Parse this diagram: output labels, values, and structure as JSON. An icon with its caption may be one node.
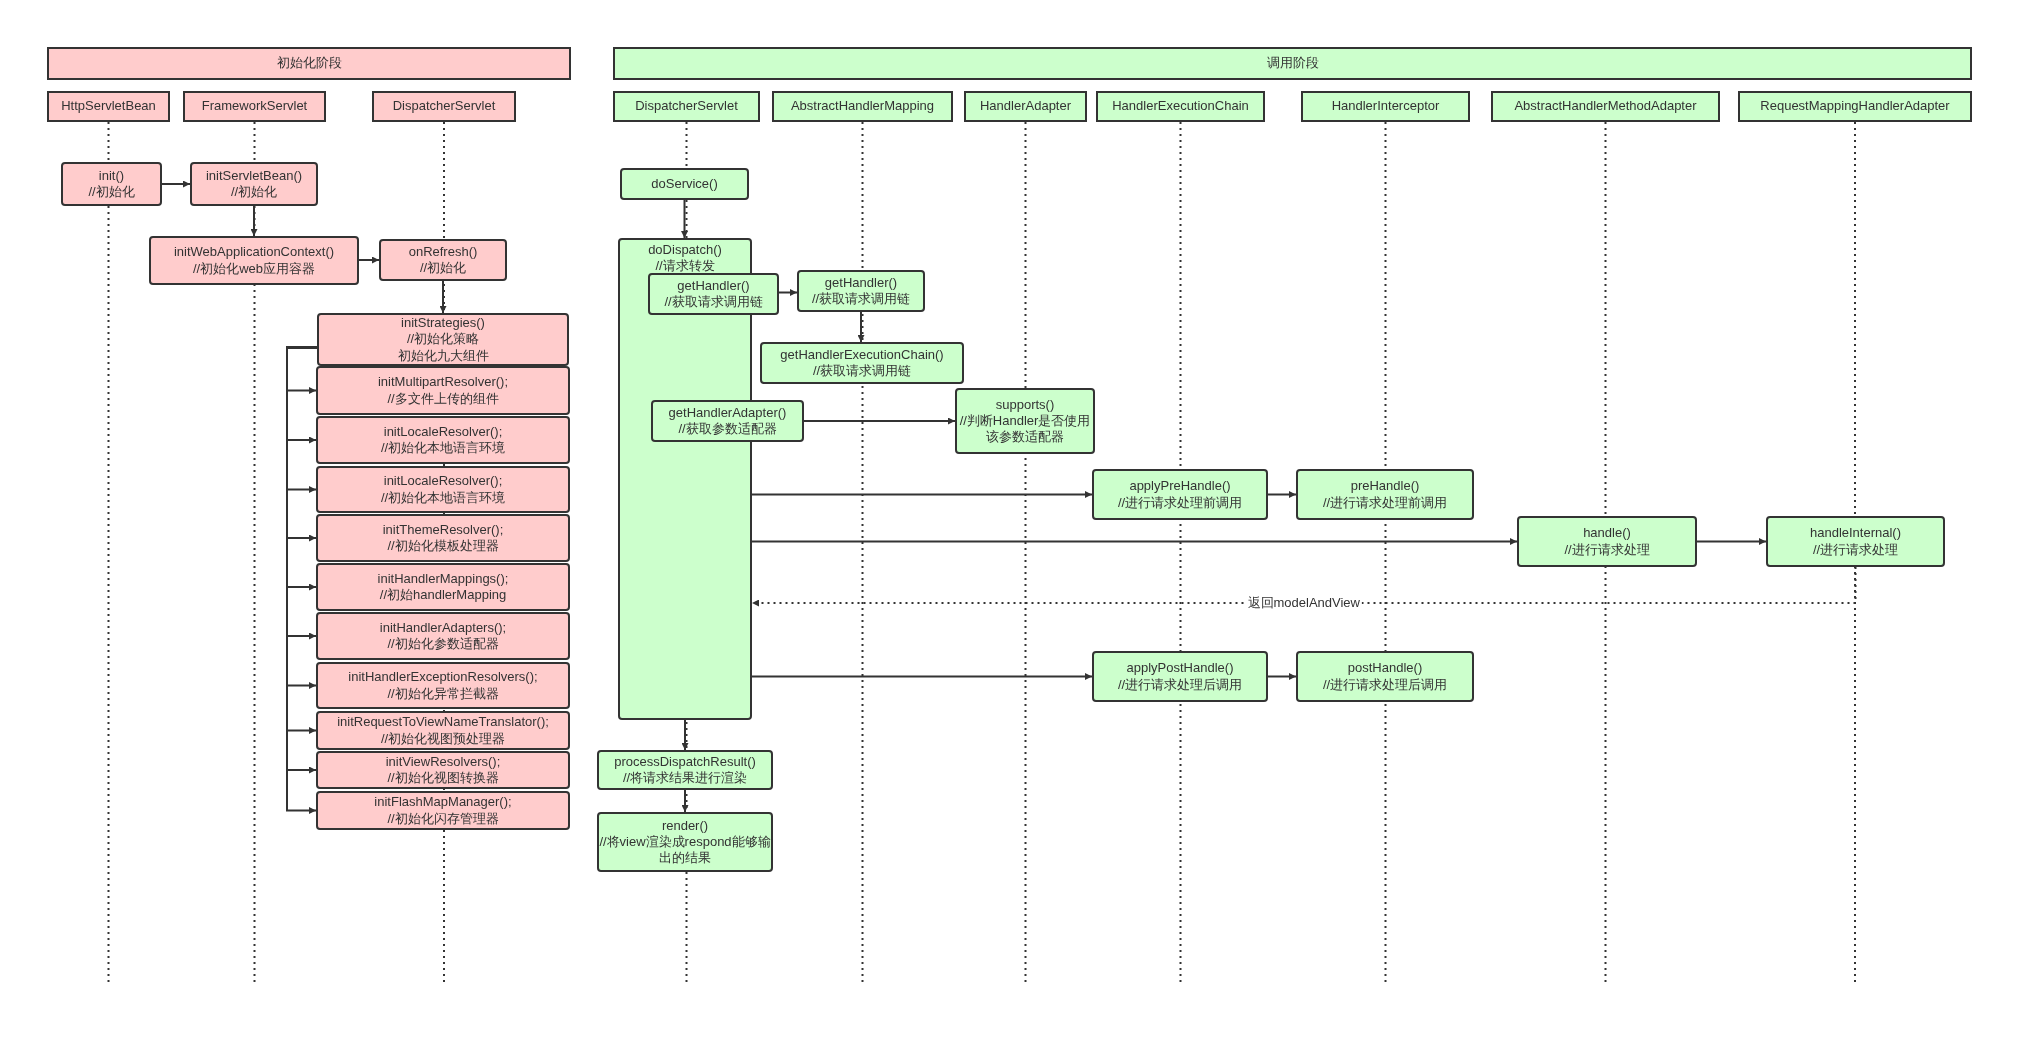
{
  "diagram": {
    "nodes": [
      {
        "text": [
          "初始化阶段"
        ]
      },
      {
        "text": [
          "HttpServletBean"
        ]
      },
      {
        "text": [
          "FrameworkServlet"
        ]
      },
      {
        "text": [
          "DispatcherServlet"
        ]
      },
      {
        "text": [
          "init()",
          "//初始化"
        ]
      },
      {
        "text": [
          "initServletBean()",
          "//初始化"
        ]
      },
      {
        "text": [
          "initWebApplicationContext()",
          "//初始化web应用容器"
        ]
      },
      {
        "text": [
          "onRefresh()",
          "//初始化"
        ]
      },
      {
        "text": [
          "initStrategies()",
          "//初始化策略",
          "初始化九大组件"
        ]
      },
      {
        "text": [
          "initMultipartResolver();",
          "//多文件上传的组件"
        ]
      },
      {
        "text": [
          "initLocaleResolver();",
          "//初始化本地语言环境"
        ]
      },
      {
        "text": [
          "initLocaleResolver();",
          "//初始化本地语言环境"
        ]
      },
      {
        "text": [
          "initThemeResolver();",
          "//初始化模板处理器"
        ]
      },
      {
        "text": [
          "initHandlerMappings();",
          "//初始handlerMapping"
        ]
      },
      {
        "text": [
          "initHandlerAdapters();",
          "//初始化参数适配器"
        ]
      },
      {
        "text": [
          "initHandlerExceptionResolvers();",
          "//初始化异常拦截器"
        ]
      },
      {
        "text": [
          "initRequestToViewNameTranslator();",
          "//初始化视图预处理器"
        ]
      },
      {
        "text": [
          "initViewResolvers();",
          "//初始化视图转换器"
        ]
      },
      {
        "text": [
          "initFlashMapManager();",
          "//初始化闪存管理器"
        ]
      },
      {
        "text": [
          "调用阶段"
        ]
      },
      {
        "text": [
          "DispatcherServlet"
        ]
      },
      {
        "text": [
          "AbstractHandlerMapping"
        ]
      },
      {
        "text": [
          "HandlerAdapter"
        ]
      },
      {
        "text": [
          "HandlerExecutionChain"
        ]
      },
      {
        "text": [
          "HandlerInterceptor"
        ]
      },
      {
        "text": [
          "AbstractHandlerMethodAdapter"
        ]
      },
      {
        "text": [
          "RequestMappingHandlerAdapter"
        ]
      },
      {
        "text": [
          "doService()"
        ]
      },
      {
        "text": [
          "doDispatch()",
          "//请求转发"
        ]
      },
      {
        "text": [
          "getHandler()",
          "//获取请求调用链"
        ]
      },
      {
        "text": [
          "getHandler()",
          "//获取请求调用链"
        ]
      },
      {
        "text": [
          "getHandlerExecutionChain()",
          "//获取请求调用链"
        ]
      },
      {
        "text": [
          "getHandlerAdapter()",
          "//获取参数适配器"
        ]
      },
      {
        "text": [
          "supports()",
          "//判断Handler是否使用该参数适配器"
        ]
      },
      {
        "text": [
          "applyPreHandle()",
          "//进行请求处理前调用"
        ]
      },
      {
        "text": [
          "preHandle()",
          "//进行请求处理前调用"
        ]
      },
      {
        "text": [
          "handle()",
          "//进行请求处理"
        ]
      },
      {
        "text": [
          "handleInternal()",
          "//进行请求处理"
        ]
      },
      {
        "text": [
          "applyPostHandle()",
          "//进行请求处理后调用"
        ]
      },
      {
        "text": [
          "postHandle()",
          "//进行请求处理后调用"
        ]
      },
      {
        "text": [
          "processDispatchResult()",
          "//将请求结果进行渲染"
        ]
      },
      {
        "text": [
          "render()",
          "//将view渲染成respond能够输出的结果"
        ]
      }
    ],
    "edges": [
      {
        "from": 4,
        "to": 5,
        "arrow": "to"
      },
      {
        "from": 5,
        "to": 6,
        "arrow": "to"
      },
      {
        "from": 6,
        "to": 7,
        "arrow": "to"
      },
      {
        "from": 7,
        "to": 8,
        "arrow": "to"
      },
      {
        "from": 8,
        "to": 9,
        "arrow": "to"
      },
      {
        "from": 8,
        "to": 10,
        "arrow": "to"
      },
      {
        "from": 8,
        "to": 11,
        "arrow": "to"
      },
      {
        "from": 8,
        "to": 12,
        "arrow": "to"
      },
      {
        "from": 8,
        "to": 13,
        "arrow": "to"
      },
      {
        "from": 8,
        "to": 14,
        "arrow": "to"
      },
      {
        "from": 8,
        "to": 15,
        "arrow": "to"
      },
      {
        "from": 8,
        "to": 16,
        "arrow": "to"
      },
      {
        "from": 8,
        "to": 17,
        "arrow": "to"
      },
      {
        "from": 8,
        "to": 18,
        "arrow": "to"
      },
      {
        "from": 27,
        "to": 28,
        "arrow": "to"
      },
      {
        "from": 29,
        "to": 30,
        "arrow": "to"
      },
      {
        "from": 30,
        "to": 31,
        "arrow": "to"
      },
      {
        "from": 32,
        "to": 33,
        "arrow": "to"
      },
      {
        "from": 28,
        "to": 34,
        "arrow": "to"
      },
      {
        "from": 34,
        "to": 35,
        "arrow": "to"
      },
      {
        "from": 28,
        "to": 36,
        "arrow": "to"
      },
      {
        "from": 36,
        "to": 37,
        "arrow": "to"
      },
      {
        "from": 37,
        "to": 28,
        "arrow": "to",
        "style": "dashed",
        "label": "返回modelAndView"
      },
      {
        "from": 28,
        "to": 38,
        "arrow": "to"
      },
      {
        "from": 38,
        "to": 39,
        "arrow": "to"
      },
      {
        "from": 28,
        "to": 40,
        "arrow": "to"
      },
      {
        "from": 40,
        "to": 41,
        "arrow": "to"
      }
    ]
  }
}
